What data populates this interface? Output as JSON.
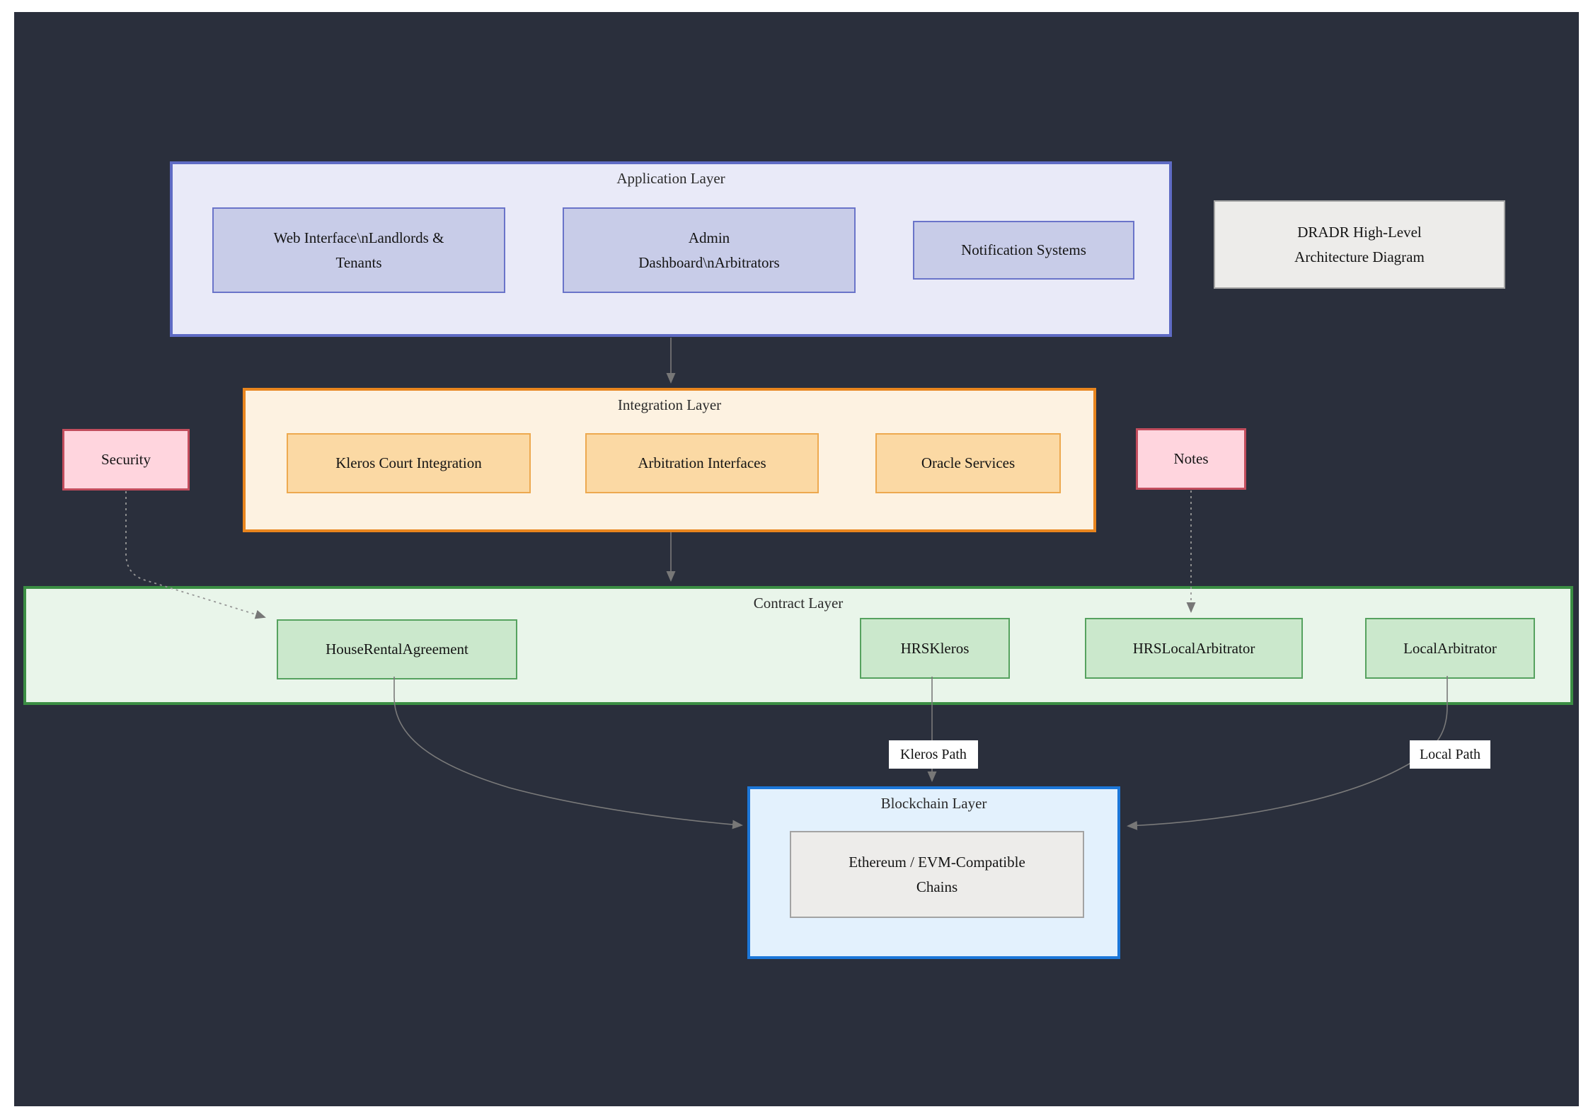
{
  "colors": {
    "page_border": "#ffffff",
    "background": "#2a2f3c",
    "application_fill": "#e9eaf8",
    "application_border": "#5f6bc4",
    "application_node_fill": "#c8cce8",
    "integration_fill": "#fdf2e1",
    "integration_border": "#e8851e",
    "integration_node_fill": "#fbd9a4",
    "note_pink_fill": "#ffd5de",
    "note_pink_border": "#c24d5d",
    "contract_fill": "#e9f5ea",
    "contract_border": "#3b8e44",
    "contract_node_fill": "#cbe8cc",
    "blockchain_fill": "#e3f1fd",
    "blockchain_border": "#1c77d9",
    "gray_node_fill": "#edecea",
    "edge_color": "#7a7a7a"
  },
  "layers": {
    "application": {
      "title": "Application Layer",
      "nodes": [
        {
          "label": "Web Interface\\nLandlords &\nTenants"
        },
        {
          "label": "Admin\nDashboard\\nArbitrators"
        },
        {
          "label": "Notification Systems"
        }
      ]
    },
    "integration": {
      "title": "Integration Layer",
      "nodes": [
        {
          "label": "Kleros Court Integration"
        },
        {
          "label": "Arbitration Interfaces"
        },
        {
          "label": "Oracle Services"
        }
      ]
    },
    "contract": {
      "title": "Contract Layer",
      "nodes": [
        {
          "label": "HouseRentalAgreement"
        },
        {
          "label": "HRSKleros"
        },
        {
          "label": "HRSLocalArbitrator"
        },
        {
          "label": "LocalArbitrator"
        }
      ]
    },
    "blockchain": {
      "title": "Blockchain Layer",
      "nodes": [
        {
          "label": "Ethereum / EVM-Compatible\nChains"
        }
      ]
    }
  },
  "notes": {
    "security": {
      "label": "Security"
    },
    "notes": {
      "label": "Notes"
    },
    "diagram_note": {
      "label": "DRADR High-Level\nArchitecture Diagram"
    }
  },
  "edge_labels": {
    "kleros_path": "Kleros Path",
    "local_path": "Local Path"
  }
}
